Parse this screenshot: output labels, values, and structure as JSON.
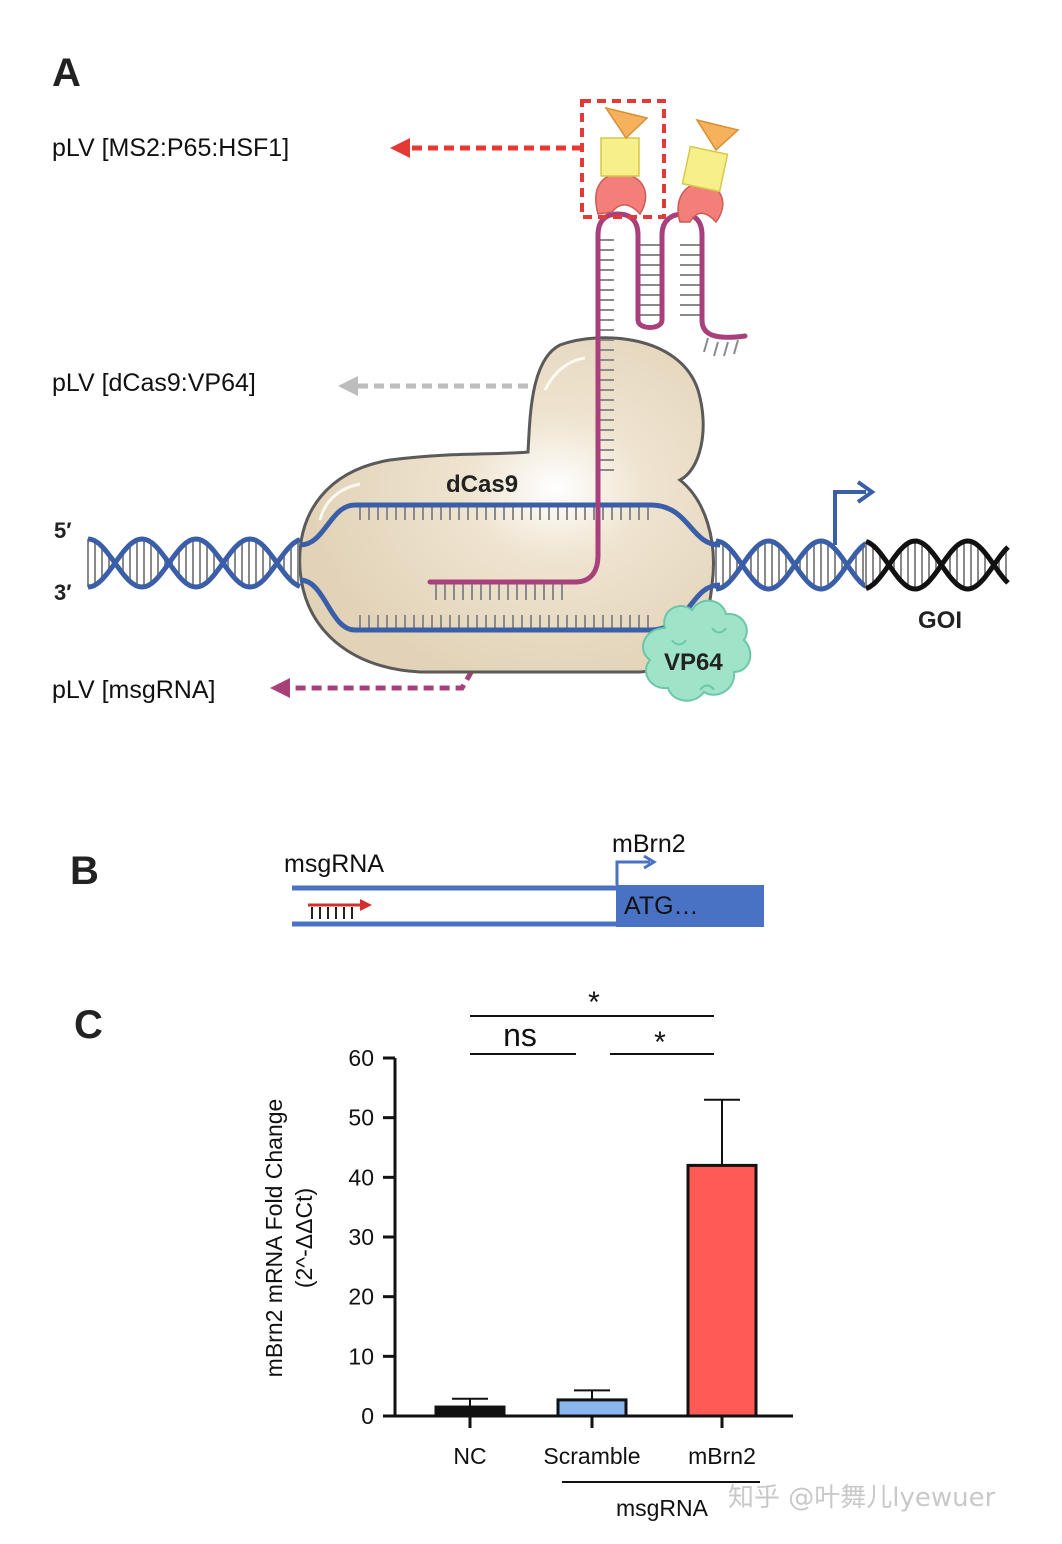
{
  "panel_a": {
    "letter": "A",
    "label_ms2": "pLV [MS2:P65:HSF1]",
    "label_dcas9": "pLV [dCas9:VP64]",
    "label_msgrna": "pLV [msgRNA]",
    "protein_label": "dCas9",
    "activator_label": "VP64",
    "strand_5": "5′",
    "strand_3": "3′",
    "gene_label": "GOI",
    "colors": {
      "dna": "#3a5fa8",
      "rna": "#a8407c",
      "dcas9": "#e9dcc5",
      "vp64": "#9fe3c9",
      "ms2": "#f27f7a",
      "p65": "#f6ef8a",
      "hsf1": "#f5b15c",
      "red_arrow": "#e53935",
      "gray_arrow": "#bdbdbd",
      "purple_arrow": "#a8407c"
    }
  },
  "panel_b": {
    "letter": "B",
    "guide_label": "msgRNA",
    "gene_label": "mBrn2",
    "start_codon": "ATG…",
    "colors": {
      "dna": "#4a72c4",
      "guide": "#d32f2f"
    }
  },
  "panel_c": {
    "letter": "C",
    "group_label": "msgRNA",
    "sig_ns": "ns",
    "sig_star_top": "*",
    "sig_star_bottom": "*"
  },
  "chart_data": {
    "type": "bar",
    "ylabel_line1": "mBrn2 mRNA Fold Change",
    "ylabel_line2": "(2^-ΔΔCt)",
    "ylim": [
      0,
      60
    ],
    "yticks": [
      0,
      10,
      20,
      30,
      40,
      50,
      60
    ],
    "categories": [
      "NC",
      "Scramble",
      "mBrn2"
    ],
    "values": [
      1.5,
      2.7,
      42
    ],
    "errors": [
      1.4,
      1.6,
      11
    ],
    "colors": [
      "#111111",
      "#8ab6f0",
      "#ff5a55"
    ]
  },
  "watermark": "知乎 @叶舞儿lyewuer"
}
